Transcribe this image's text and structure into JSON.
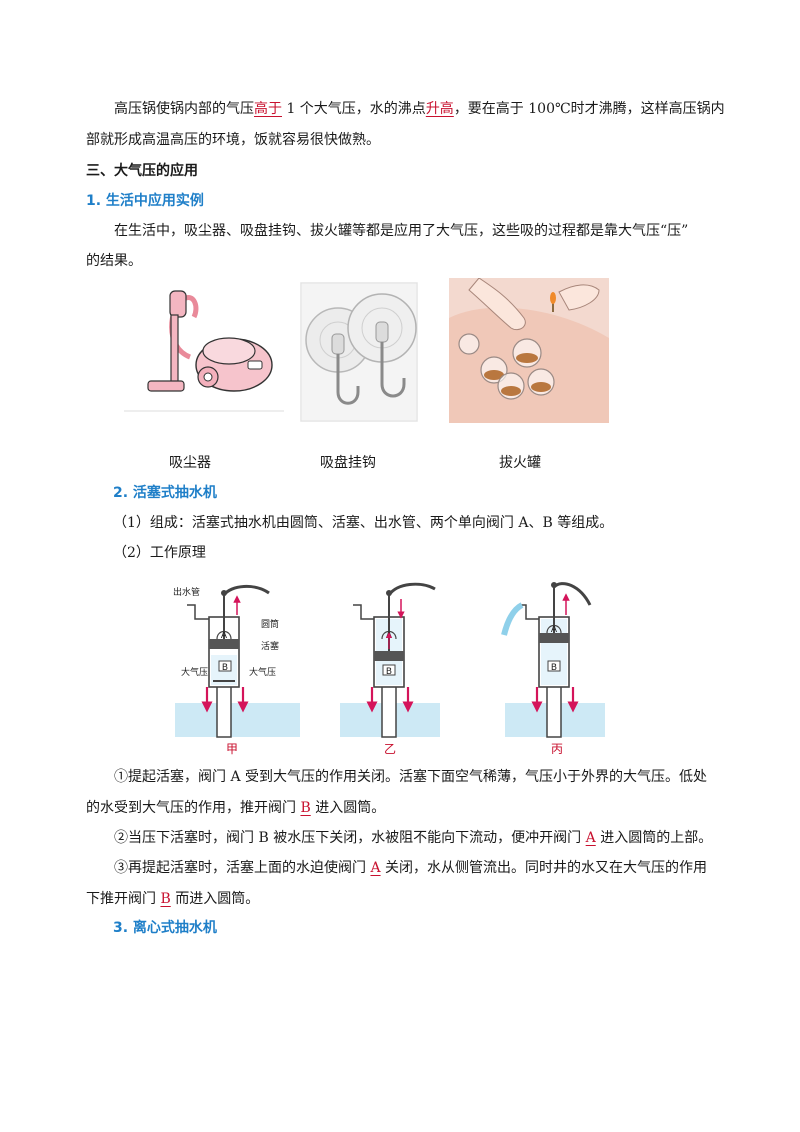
{
  "para1": {
    "t1": "高压锅使锅内部的气压",
    "u1": "高于",
    "t2": " 1 个大气压，水的沸点",
    "u2": "升高",
    "t3": "，要在高于 100℃时才沸腾，这样高压锅内",
    "line2": "部就形成高温高压的环境，饭就容易很快做熟。"
  },
  "section3": {
    "title": "三、大气压的应用"
  },
  "sub1": {
    "title": "1.   生活中应用实例",
    "line1": "在生活中，吸尘器、吸盘挂钩、拔火罐等都是应用了大气压，这些吸的过程都是靠大气压“压”",
    "line2": "的结果。"
  },
  "images": {
    "captions": [
      "吸尘器",
      "吸盘挂钩",
      "拔火罐"
    ]
  },
  "sub2": {
    "title": "2. 活塞式抽水机",
    "composition": "（1）组成：活塞式抽水机由圆筒、活塞、出水管、两个单向阀门 A、B 等组成。",
    "principle": "（2）工作原理"
  },
  "pump": {
    "label_outlet": "出水管",
    "label_cylinder": "圆筒",
    "label_piston": "活塞",
    "label_atm": "大气压",
    "valve_a": "A",
    "valve_b": "B",
    "captions": [
      "甲",
      "乙",
      "丙"
    ],
    "colors": {
      "water": "#cde9f5",
      "arrow": "#d4145a",
      "metal": "#555555"
    }
  },
  "steps": {
    "s1_line1": "①提起活塞，阀门 A 受到大气压的作用关闭。活塞下面空气稀薄，气压小于外界的大气压。低处",
    "s1_line2_a": "的水受到大气压的作用，推开阀门 ",
    "s1_line2_u": "B",
    "s1_line2_b": " 进入圆筒。",
    "s2_a": "②当压下活塞时，阀门 B 被水压下关闭，水被阻不能向下流动，便冲开阀门 ",
    "s2_u": "A",
    "s2_b": " 进入圆筒的上部。",
    "s3_line1_a": "③再提起活塞时，活塞上面的水迫使阀门 ",
    "s3_line1_u": "A",
    "s3_line1_b": " 关闭，水从侧管流出。同时井的水又在大气压的作用",
    "s3_line2_a": "下推开阀门 ",
    "s3_line2_u": "B",
    "s3_line2_b": " 而进入圆筒。"
  },
  "sub3": {
    "title": "3. 离心式抽水机"
  }
}
